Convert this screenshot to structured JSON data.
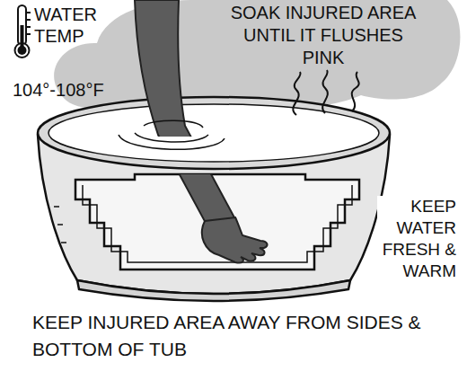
{
  "diagram": {
    "labels": [
      "WATER TEMP",
      "104°-108°F",
      "SOAK INJURED AREA UNTIL IT FLUSHES PINK",
      "KEEP WATER FRESH & WARM",
      "KEEP INJURED AREA AWAY FROM SIDES & BOTTOM OF TUB"
    ]
  }
}
